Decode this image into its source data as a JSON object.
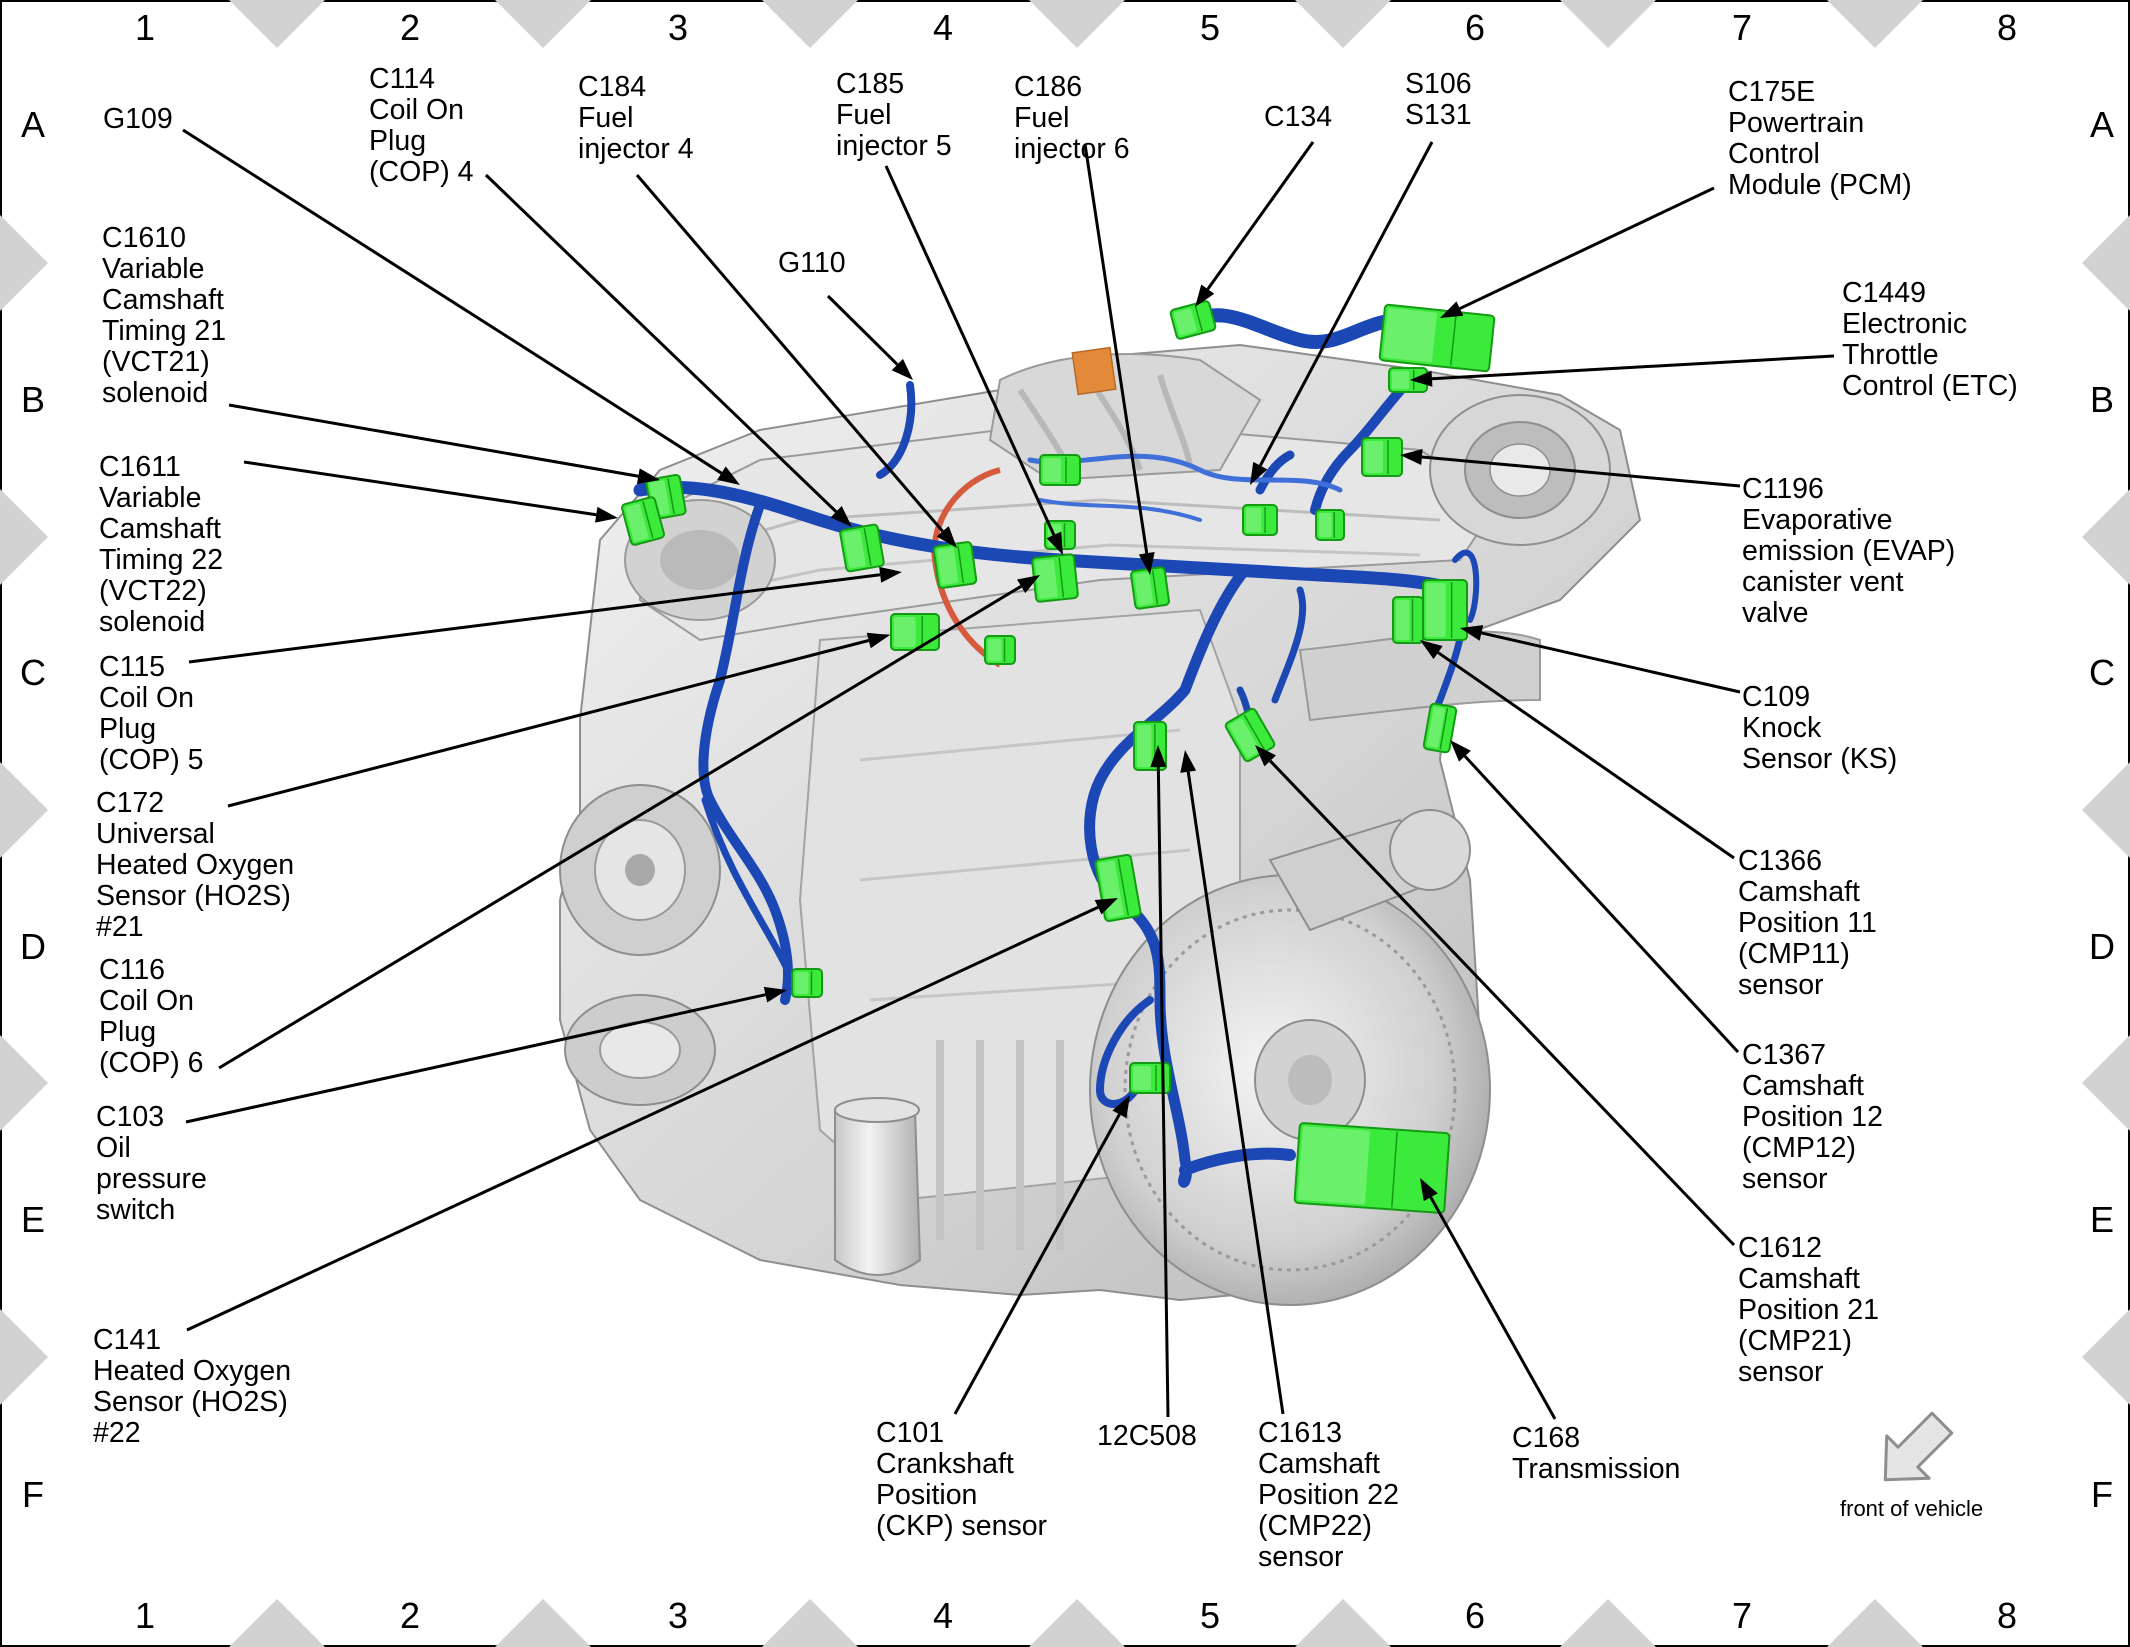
{
  "grid": {
    "columns": [
      "1",
      "2",
      "3",
      "4",
      "5",
      "6",
      "7",
      "8"
    ],
    "rows": [
      "A",
      "B",
      "C",
      "D",
      "E",
      "F"
    ]
  },
  "colors": {
    "harness": "#1c48b5",
    "harness_light": "#3f6fd8",
    "connector": "#3bea3b",
    "connector_dark": "#149a14",
    "engine": "#dedede",
    "engine_shadow": "#a9a9a9",
    "engine_edge": "#8e8e8e",
    "orange_part": "#e38a3a",
    "red_wire": "#d55a3e",
    "leader": "#000000",
    "frame_marker": "#d2d2d2"
  },
  "callouts": [
    {
      "id": "g109",
      "text": "G109"
    },
    {
      "id": "c114",
      "text": "C114\nCoil On\nPlug\n(COP) 4"
    },
    {
      "id": "c184",
      "text": "C184\nFuel\ninjector 4"
    },
    {
      "id": "c185",
      "text": "C185\nFuel\ninjector 5"
    },
    {
      "id": "c186",
      "text": "C186\nFuel\ninjector 6"
    },
    {
      "id": "c134",
      "text": "C134"
    },
    {
      "id": "s106",
      "text": "S106\nS131"
    },
    {
      "id": "c175e",
      "text": "C175E\nPowertrain\nControl\nModule (PCM)"
    },
    {
      "id": "g110",
      "text": "G110"
    },
    {
      "id": "c1610",
      "text": "C1610\nVariable\nCamshaft\nTiming 21\n(VCT21)\nsolenoid"
    },
    {
      "id": "c1449",
      "text": "C1449\nElectronic\nThrottle\nControl (ETC)"
    },
    {
      "id": "c1611",
      "text": "C1611\nVariable\nCamshaft\nTiming 22\n(VCT22)\nsolenoid"
    },
    {
      "id": "c1196",
      "text": "C1196\nEvaporative\nemission (EVAP)\ncanister vent\nvalve"
    },
    {
      "id": "c115",
      "text": "C115\nCoil On\nPlug\n(COP) 5"
    },
    {
      "id": "c109",
      "text": "C109\nKnock\nSensor (KS)"
    },
    {
      "id": "c172",
      "text": "C172\nUniversal\nHeated Oxygen\nSensor (HO2S)\n#21"
    },
    {
      "id": "c1366",
      "text": "C1366\nCamshaft\nPosition 11\n(CMP11)\nsensor"
    },
    {
      "id": "c116",
      "text": "C116\nCoil On\nPlug\n(COP) 6"
    },
    {
      "id": "c1367",
      "text": "C1367\nCamshaft\nPosition 12\n(CMP12)\nsensor"
    },
    {
      "id": "c103",
      "text": "C103\nOil\npressure\nswitch"
    },
    {
      "id": "c1612",
      "text": "C1612\nCamshaft\nPosition 21\n(CMP21)\nsensor"
    },
    {
      "id": "c141",
      "text": "C141\nHeated Oxygen\nSensor (HO2S)\n#22"
    },
    {
      "id": "c101",
      "text": "C101\nCrankshaft\nPosition\n(CKP) sensor"
    },
    {
      "id": "c12c508",
      "text": "12C508"
    },
    {
      "id": "c1613",
      "text": "C1613\nCamshaft\nPosition 22\n(CMP22)\nsensor"
    },
    {
      "id": "c168",
      "text": "C168\nTransmission"
    }
  ],
  "front_of_vehicle": {
    "label": "front of vehicle",
    "icon": "arrow-down-left-icon"
  }
}
